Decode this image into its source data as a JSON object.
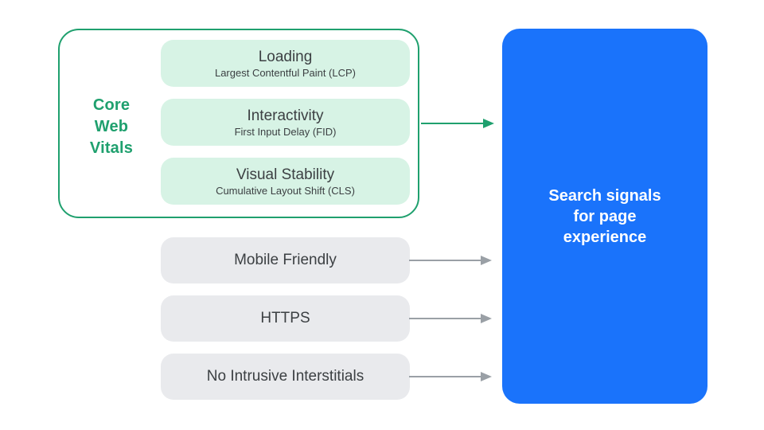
{
  "colors": {
    "green": "#1fa06e",
    "green_light": "#d7f3e5",
    "blue": "#1a73fb",
    "gray_pill": "#e9eaed",
    "gray_arrow": "#9aa0a6",
    "text_dark": "#3c4043",
    "text_white": "#ffffff"
  },
  "core_web_vitals": {
    "group_label": "Core\nWeb\nVitals",
    "items": [
      {
        "title": "Loading",
        "subtitle": "Largest Contentful Paint (LCP)"
      },
      {
        "title": "Interactivity",
        "subtitle": "First Input Delay (FID)"
      },
      {
        "title": "Visual Stability",
        "subtitle": "Cumulative Layout Shift (CLS)"
      }
    ]
  },
  "other_signals": [
    {
      "label": "Mobile Friendly"
    },
    {
      "label": "HTTPS"
    },
    {
      "label": "No Intrusive Interstitials"
    }
  ],
  "result_box": {
    "label": "Search signals\nfor page\nexperience"
  },
  "icons": {
    "arrow": "arrow-right-icon"
  }
}
